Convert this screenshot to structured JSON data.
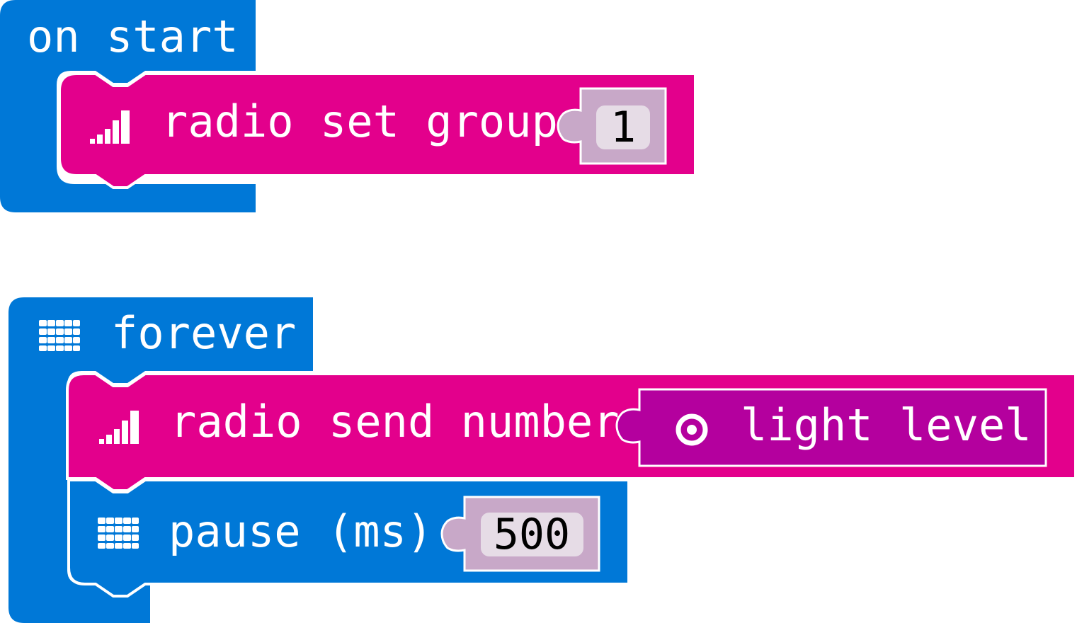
{
  "colors": {
    "basic_blue": "#0078d7",
    "radio_pink": "#e3008c",
    "input_purple": "#b4009e",
    "slot_lilac": "#c8a8c8",
    "field_bg": "#e6dce6",
    "text_light": "#ffffff",
    "text_dark": "#000000"
  },
  "blocks": {
    "on_start": {
      "label": "on start"
    },
    "radio_set_group": {
      "icon": "signal-bars-icon",
      "label": "radio set group",
      "value": "1"
    },
    "forever": {
      "icon": "led-grid-icon",
      "label": "forever"
    },
    "radio_send_number": {
      "icon": "signal-bars-icon",
      "label": "radio send number",
      "reporter": {
        "icon": "target-icon",
        "label": "light level"
      }
    },
    "pause": {
      "icon": "led-grid-icon",
      "label": "pause (ms)",
      "value": "500"
    }
  }
}
